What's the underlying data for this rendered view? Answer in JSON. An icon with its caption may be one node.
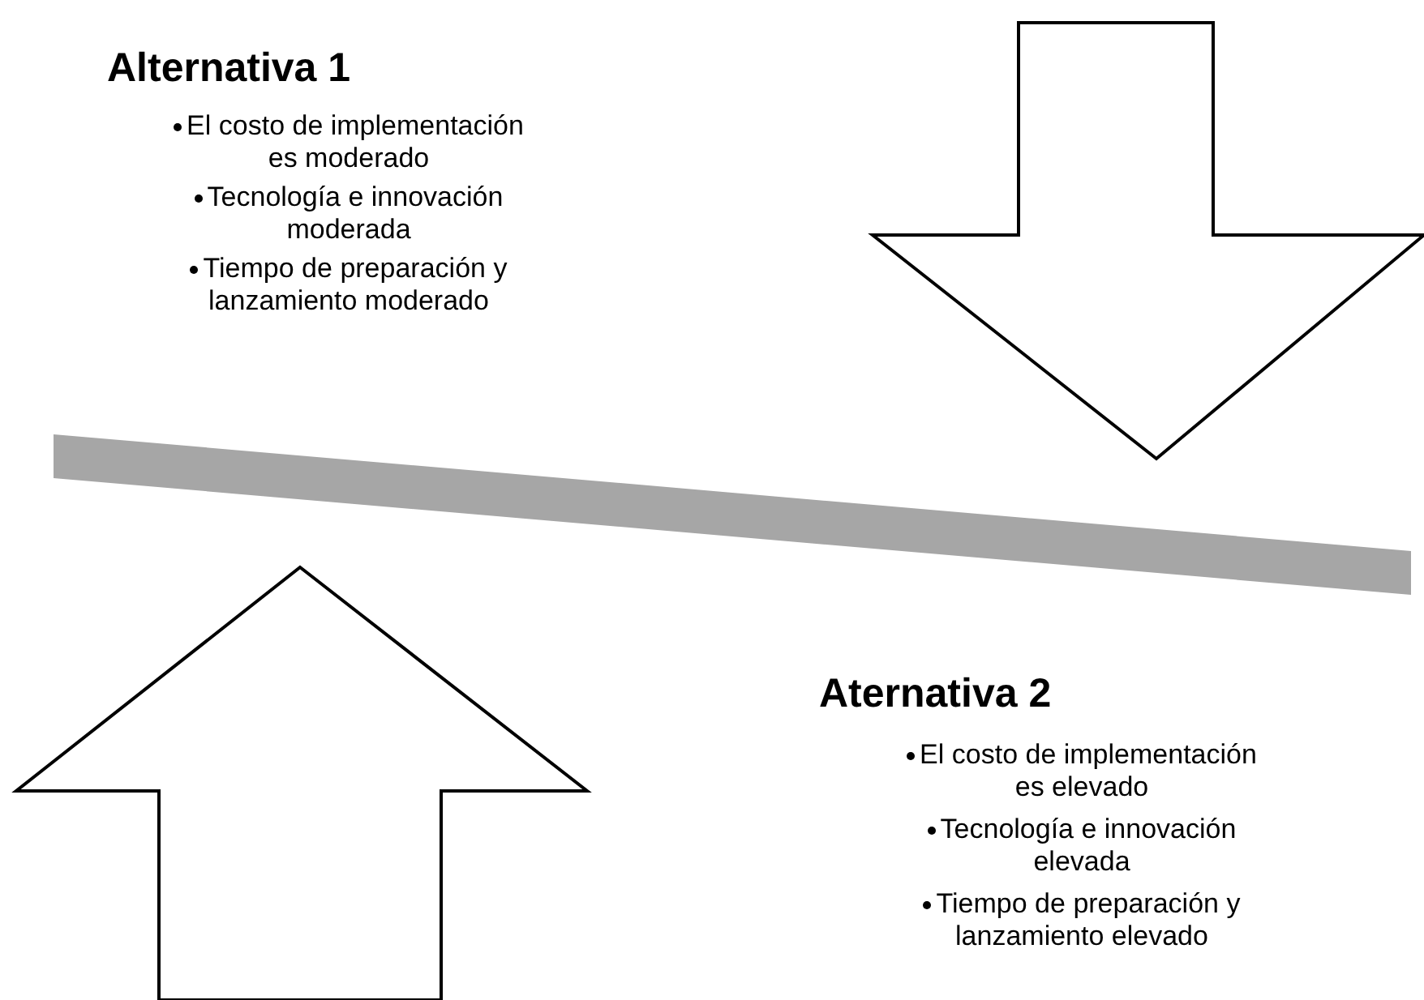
{
  "diagram": {
    "labels": [
      "Alternativa 1",
      "El costo de implementación es moderado",
      "Tecnología e innovación moderada",
      "Tiempo de preparación y lanzamiento moderado",
      "Aternativa 2",
      "El costo de implementación es elevado",
      "Tecnología e innovación elevada",
      "Tiempo de preparación y lanzamiento elevado"
    ]
  }
}
